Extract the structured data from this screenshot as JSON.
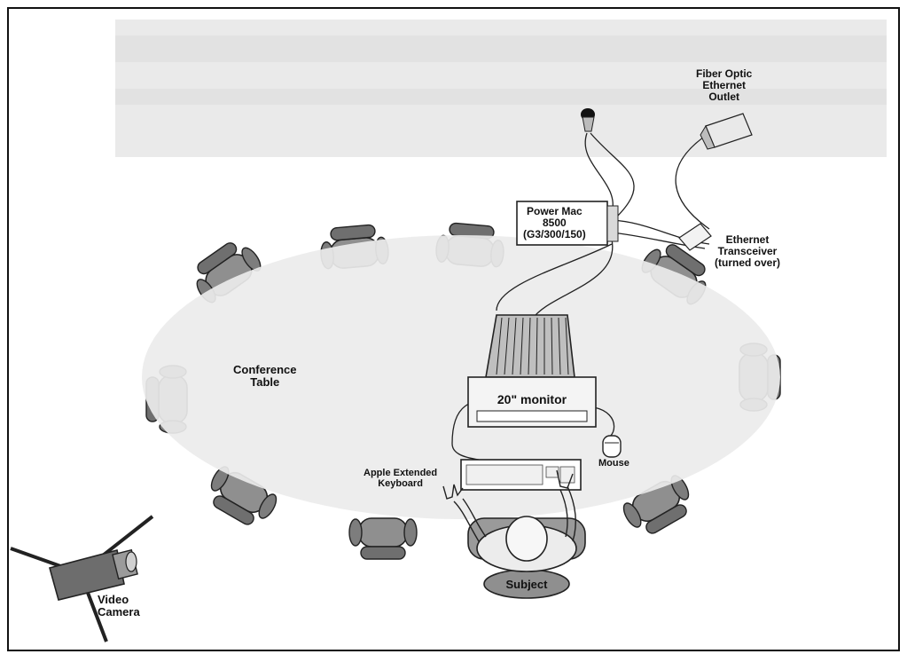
{
  "labels": {
    "outlet": [
      "Fiber Optic",
      "Ethernet",
      "Outlet"
    ],
    "computer": [
      "Power Mac",
      "8500",
      "(G3/300/150)"
    ],
    "transceiver": [
      "Ethernet",
      "Transceiver",
      "(turned over)"
    ],
    "table": [
      "Conference",
      "Table"
    ],
    "monitor": "20\" monitor",
    "keyboard": [
      "Apple Extended",
      "Keyboard"
    ],
    "mouse": "Mouse",
    "subject": "Subject",
    "camera": [
      "Video",
      "Camera"
    ]
  },
  "colors": {
    "chair": "#8f8f8f",
    "chair_dark": "#6a6a6a",
    "table": "#ececec",
    "ceiling_haze": "#e4e4e4",
    "line": "#222222",
    "frame": "#111111"
  },
  "icons": {
    "chair": "chair-icon",
    "monitor": "monitor-icon",
    "keyboard": "keyboard-icon",
    "mouse": "mouse-icon",
    "camera": "video-camera-icon",
    "computer": "computer-box-icon",
    "transceiver": "transceiver-icon",
    "outlet": "ethernet-outlet-icon",
    "light": "ceiling-light-icon",
    "person": "person-topdown-icon"
  }
}
